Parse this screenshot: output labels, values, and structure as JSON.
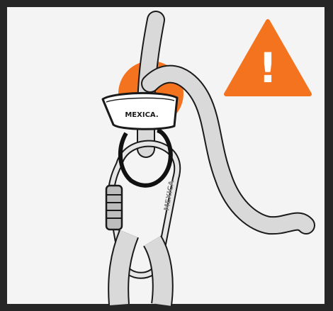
{
  "illustration": {
    "brand_label": "MEXICA.",
    "carabiner_marking": "MEXICA",
    "warning_symbol": "!",
    "icons": [
      "warning-triangle-icon",
      "orange-circle-marker",
      "belay-device",
      "locking-carabiner",
      "rope"
    ],
    "colors": {
      "frame": "#262626",
      "background": "#f4f4f4",
      "accent": "#f4731f",
      "rope": "#d9d9d9",
      "outline": "#1a1a1a"
    }
  }
}
